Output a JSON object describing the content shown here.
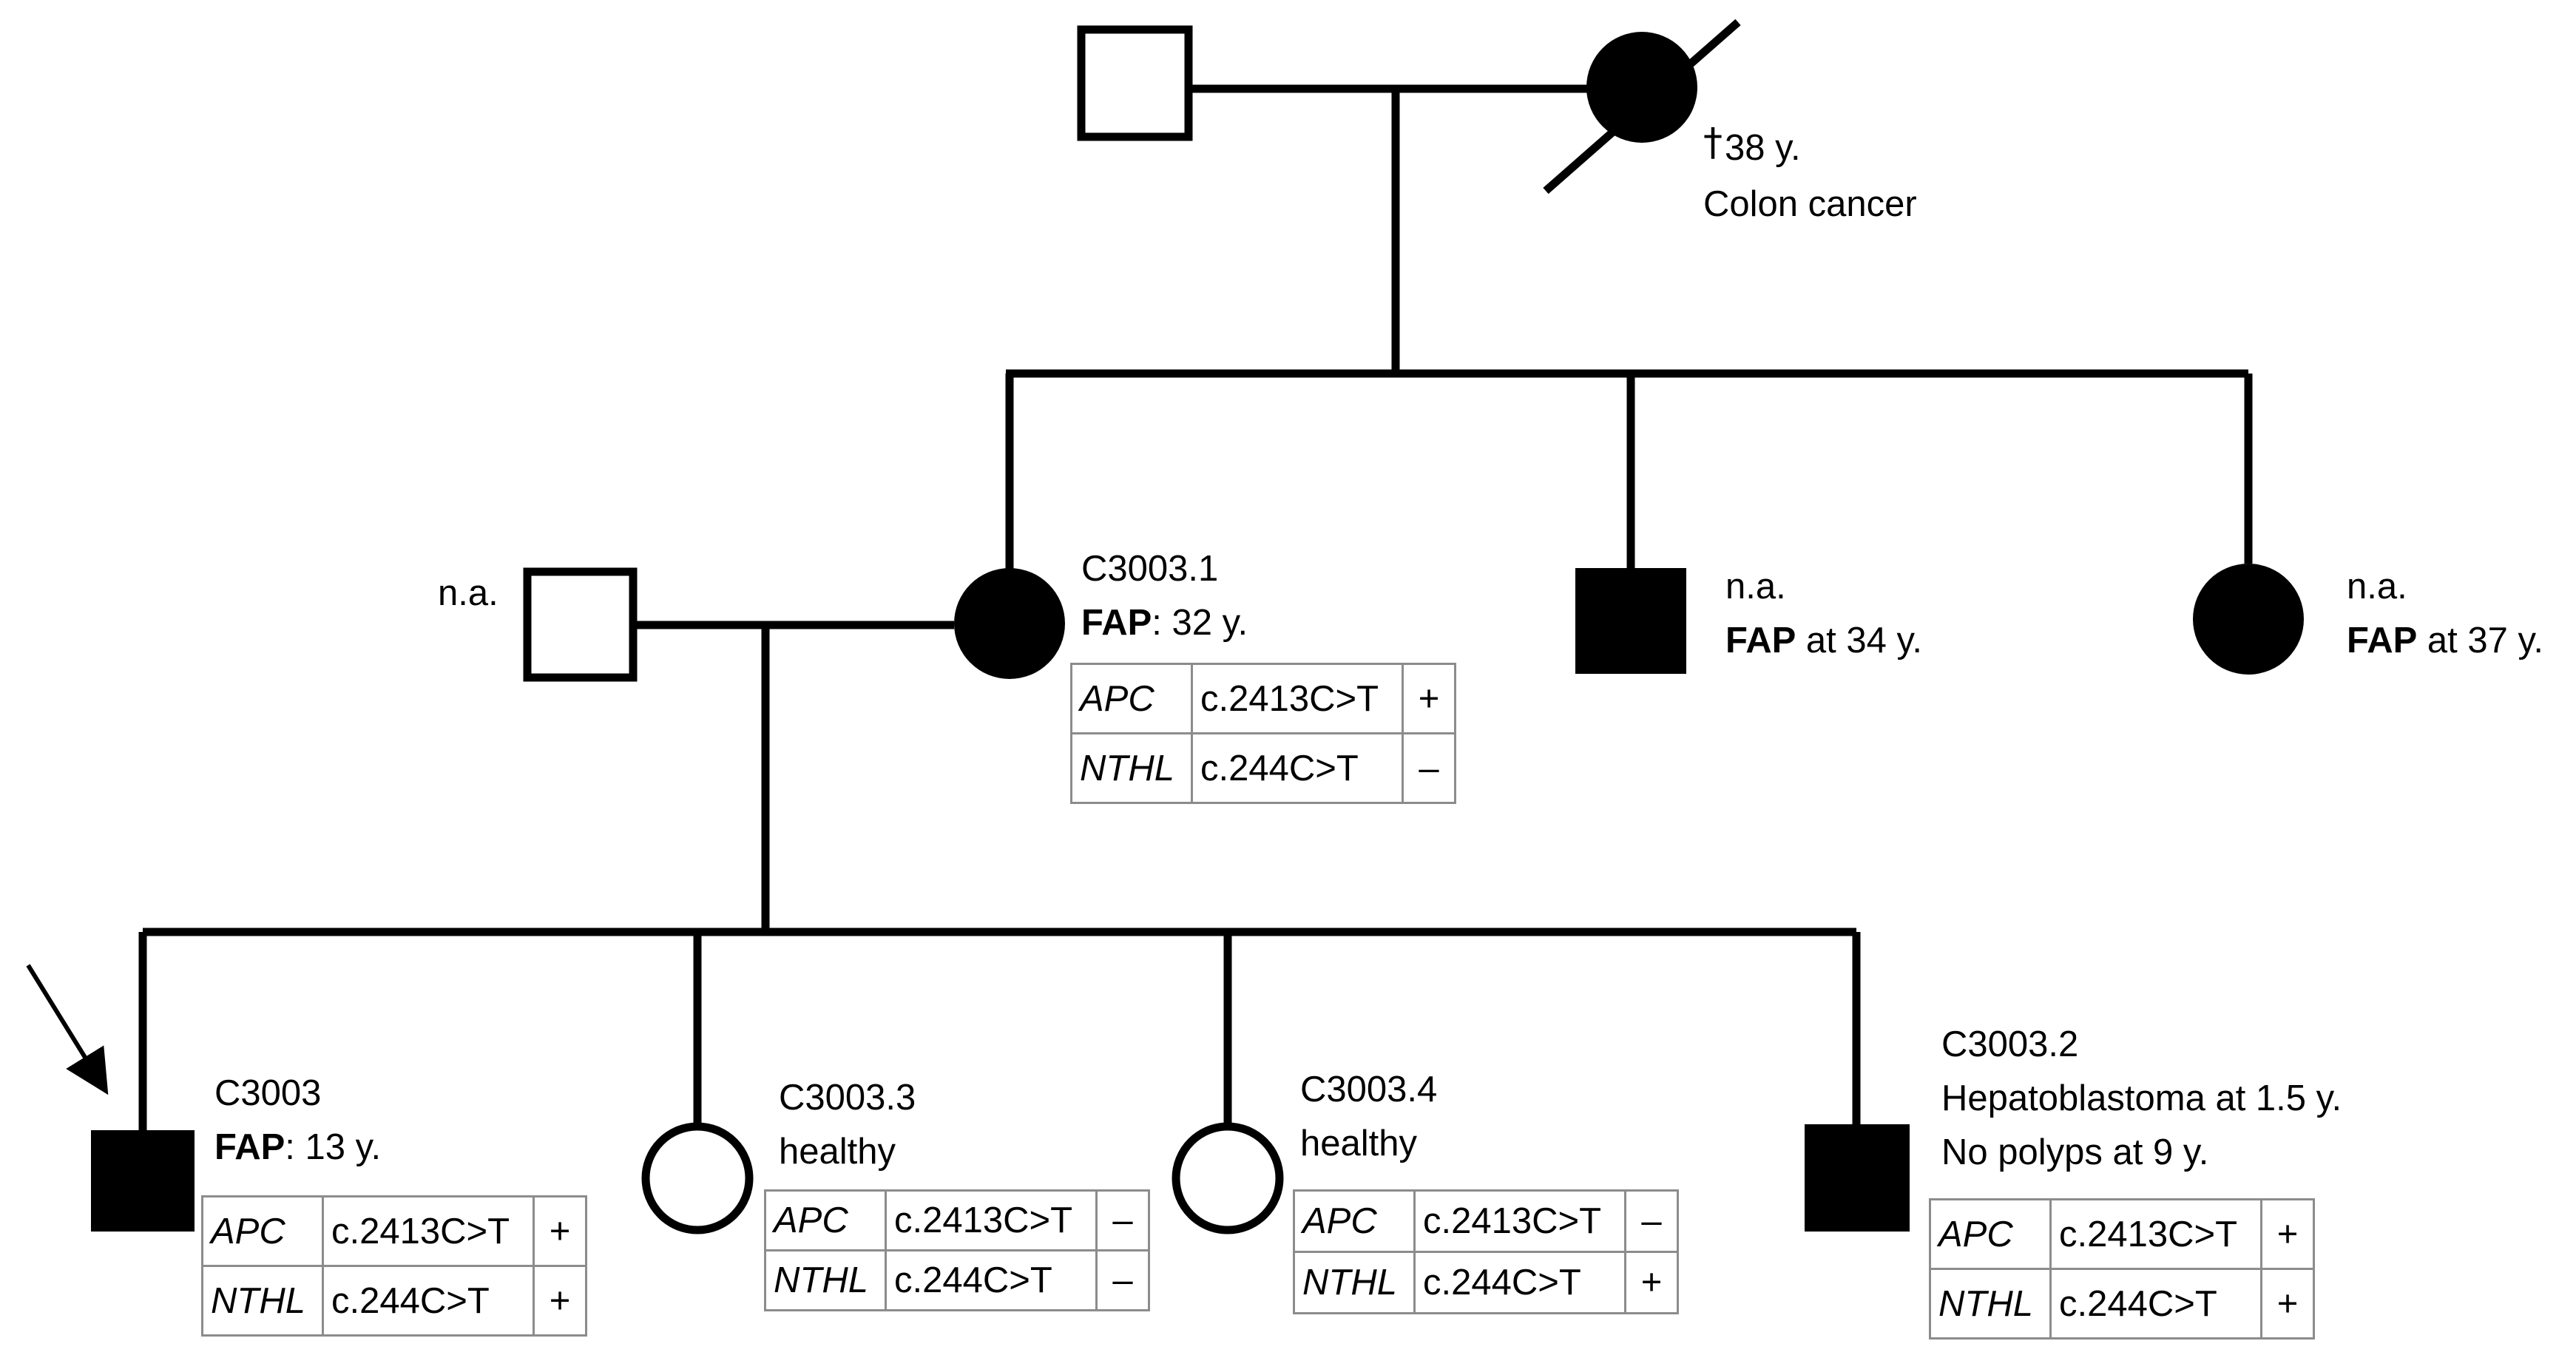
{
  "gen1": {
    "mother_death": "38 y.",
    "mother_diagnosis": "Colon cancer"
  },
  "gen2": {
    "father_label": "n.a.",
    "index_mother": {
      "id": "C3003.1",
      "dx_bold": "FAP",
      "dx_rest": ": 32 y.",
      "genotype": [
        {
          "gene": "APC",
          "variant": "c.2413C>T",
          "status": "+"
        },
        {
          "gene": "NTHL",
          "variant": "c.244C>T",
          "status": "–"
        }
      ]
    },
    "brother": {
      "label": "n.a.",
      "dx_bold": "FAP",
      "dx_rest": " at 34 y."
    },
    "sister": {
      "label": "n.a.",
      "dx_bold": "FAP",
      "dx_rest": " at 37 y."
    }
  },
  "gen3": {
    "proband": {
      "id": "C3003",
      "dx_bold": "FAP",
      "dx_rest": ": 13 y.",
      "genotype": [
        {
          "gene": "APC",
          "variant": "c.2413C>T",
          "status": "+"
        },
        {
          "gene": "NTHL",
          "variant": "c.244C>T",
          "status": "+"
        }
      ]
    },
    "sib3": {
      "id": "C3003.3",
      "status_text": "healthy",
      "genotype": [
        {
          "gene": "APC",
          "variant": "c.2413C>T",
          "status": "–"
        },
        {
          "gene": "NTHL",
          "variant": "c.244C>T",
          "status": "–"
        }
      ]
    },
    "sib4": {
      "id": "C3003.4",
      "status_text": "healthy",
      "genotype": [
        {
          "gene": "APC",
          "variant": "c.2413C>T",
          "status": "–"
        },
        {
          "gene": "NTHL",
          "variant": "c.244C>T",
          "status": "+"
        }
      ]
    },
    "sib2": {
      "id": "C3003.2",
      "line1": "Hepatoblastoma at 1.5 y.",
      "line2": "No polyps at 9 y.",
      "genotype": [
        {
          "gene": "APC",
          "variant": "c.2413C>T",
          "status": "+"
        },
        {
          "gene": "NTHL",
          "variant": "c.244C>T",
          "status": "+"
        }
      ]
    }
  },
  "colors": {
    "affected": "#000000",
    "unaffected": "#ffffff",
    "line": "#000000",
    "table_border": "#8c8c8c"
  }
}
